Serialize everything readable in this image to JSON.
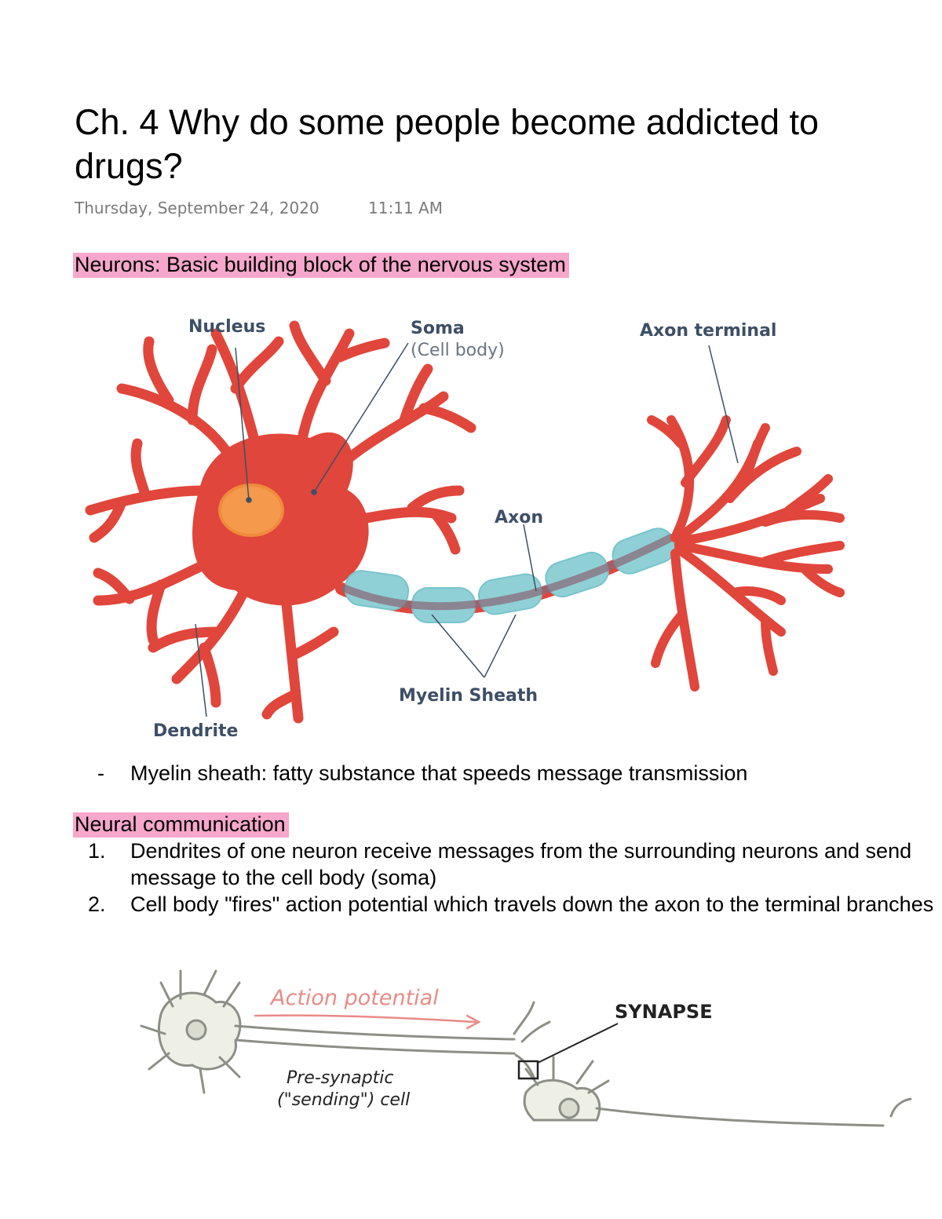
{
  "page": {
    "title": "Ch. 4 Why do some people become addicted to\ndrugs?",
    "date": "Thursday, September 24, 2020",
    "time": "11:11 AM"
  },
  "sections": {
    "neurons_heading": "Neurons: Basic building block of the nervous system",
    "diagram_labels": {
      "nucleus": "Nucleus",
      "soma": "Soma",
      "cell_body": "(Cell body)",
      "axon_terminal": "Axon terminal",
      "axon": "Axon",
      "myelin_sheath": "Myelin Sheath",
      "dendrite": "Dendrite"
    },
    "bullet_marker": "-",
    "bullet_text": "Myelin sheath: fatty substance that speeds message transmission",
    "neural_heading": "Neural communication",
    "steps": [
      {
        "num": "1.",
        "text": "Dendrites of one neuron receive messages from the surrounding neurons and send message to the cell body (soma)"
      },
      {
        "num": "2.",
        "text": "Cell body \"fires\" action potential which travels down the axon to the terminal branches"
      }
    ],
    "sketch_labels": {
      "action_potential": "Action potential",
      "synapse": "SYNAPSE",
      "pre_synaptic_1": "Pre-synaptic",
      "pre_synaptic_2": "(\"sending\") cell"
    }
  },
  "colors": {
    "highlight": "#f7a6cc",
    "neuron": "#e0463b",
    "myelin": "#8fd0d6",
    "label": "#3d4f66"
  }
}
